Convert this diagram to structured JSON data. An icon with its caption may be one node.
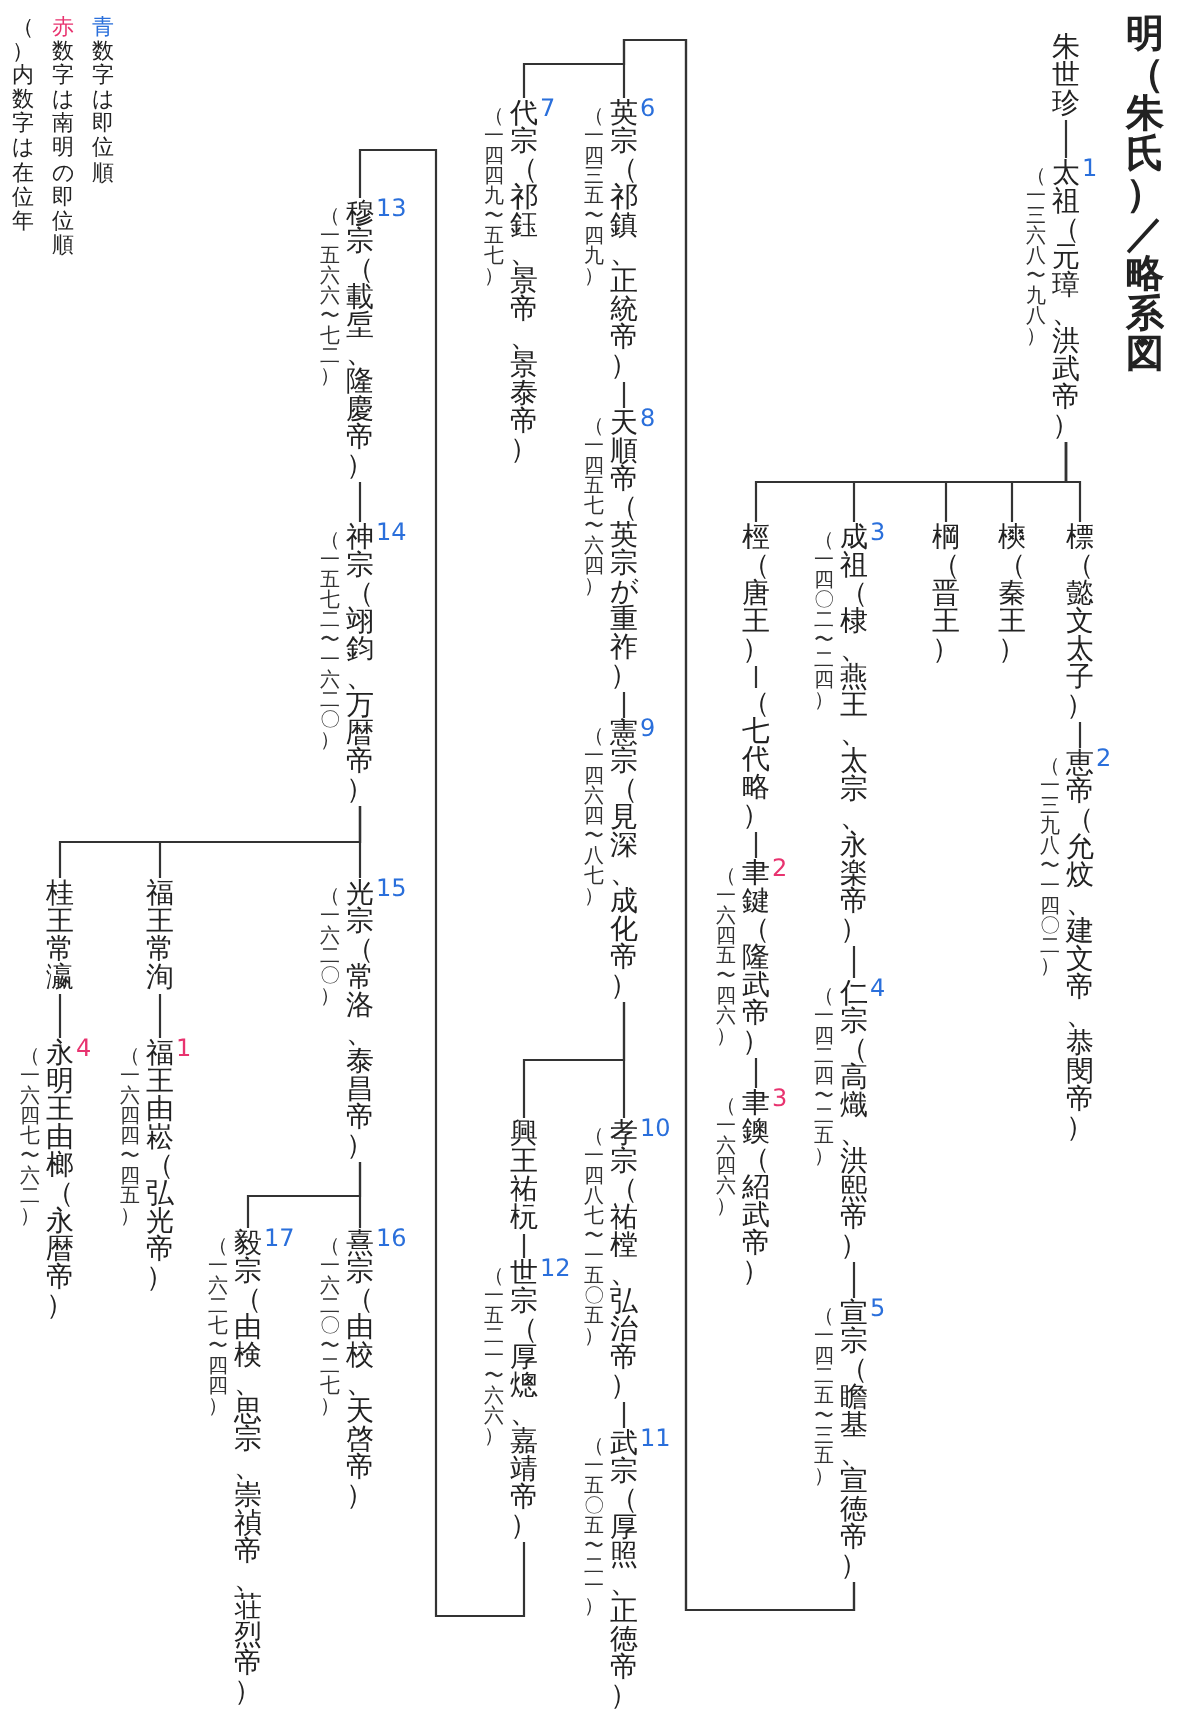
{
  "diagram": {
    "title": "明（朱氏）／略系図",
    "nodes": [
      {
        "text": [
          "朱世珍"
        ]
      },
      {
        "text": [
          "太祖（元璋、洪武帝）"
        ],
        "beside": [
          "1",
          "（一三六八〜九八）"
        ]
      },
      {
        "text": [
          "標（懿文太子）"
        ]
      },
      {
        "text": [
          "恵帝（允炆、建文帝、恭閔帝）"
        ],
        "beside": [
          "2",
          "（一三九八〜一四〇二）"
        ]
      },
      {
        "text": [
          "樉（秦王）"
        ]
      },
      {
        "text": [
          "棡（晋王）"
        ]
      },
      {
        "text": [
          "成祖（棣、燕王、太宗、永楽帝）"
        ],
        "beside": [
          "3",
          "（一四〇二〜二四）"
        ]
      },
      {
        "text": [
          "仁宗（高熾、洪熙帝）"
        ],
        "beside": [
          "4",
          "（一四二四〜二五）"
        ]
      },
      {
        "text": [
          "宣宗（瞻基、宣徳帝）"
        ],
        "beside": [
          "5",
          "（一四二五〜三五）"
        ]
      },
      {
        "text": [
          "桱（唐王）"
        ]
      },
      {
        "text": [
          "（七代略）"
        ]
      },
      {
        "text": [
          "聿鍵（隆武帝）"
        ],
        "beside": [
          "2",
          "（一六四五〜四六）"
        ]
      },
      {
        "text": [
          "聿鐭（紹武帝）"
        ],
        "beside": [
          "3",
          "（一六四六）"
        ]
      },
      {
        "text": [
          "英宗（祁鎮、正統帝）"
        ],
        "beside": [
          "6",
          "（一四三五〜四九）"
        ]
      },
      {
        "text": [
          "代宗（祁鈺、景帝、景泰帝）"
        ],
        "beside": [
          "7",
          "（一四四九〜五七）"
        ]
      },
      {
        "text": [
          "天順帝（英宗が重祚）"
        ],
        "beside": [
          "8",
          "（一四五七〜六四）"
        ]
      },
      {
        "text": [
          "憲宗（見深、成化帝）"
        ],
        "beside": [
          "9",
          "（一四六四〜八七）"
        ]
      },
      {
        "text": [
          "孝宗（祐樘、弘治帝）"
        ],
        "beside": [
          "10",
          "（一四八七〜一五〇五）"
        ]
      },
      {
        "text": [
          "興王祐杬"
        ]
      },
      {
        "text": [
          "武宗（厚照、正徳帝）"
        ],
        "beside": [
          "11",
          "（一五〇五〜二一）"
        ]
      },
      {
        "text": [
          "世宗（厚熜、嘉靖帝）"
        ],
        "beside": [
          "12",
          "（一五二一〜六六）"
        ]
      },
      {
        "text": [
          "穆宗（載垕、隆慶帝）"
        ],
        "beside": [
          "13",
          "（一五六六〜七二）"
        ]
      },
      {
        "text": [
          "神宗（翊鈞、万暦帝）"
        ],
        "beside": [
          "14",
          "（一五七二〜一六二〇）"
        ]
      },
      {
        "text": [
          "光宗（常洛、泰昌帝）"
        ],
        "beside": [
          "15",
          "（一六二〇）"
        ]
      },
      {
        "text": [
          "福王常洵"
        ]
      },
      {
        "text": [
          "桂王常瀛"
        ]
      },
      {
        "text": [
          "熹宗（由校、天啓帝）"
        ],
        "beside": [
          "16",
          "（一六二〇〜二七）"
        ]
      },
      {
        "text": [
          "毅宗（由検、思宗、崇禎帝、荘烈帝）"
        ],
        "beside": [
          "17",
          "（一六二七〜四四）"
        ]
      },
      {
        "text": [
          "福王由崧（弘光帝）"
        ],
        "beside": [
          "1",
          "（一六四四〜四五）"
        ]
      },
      {
        "text": [
          "永明王由榔（永暦帝）"
        ],
        "beside": [
          "4",
          "（一六四七〜六二）"
        ]
      }
    ],
    "edges": [
      {
        "from": 0,
        "to": 1,
        "arrow": "none"
      },
      {
        "from": 1,
        "to": 2,
        "arrow": "none"
      },
      {
        "from": 1,
        "to": 4,
        "arrow": "none"
      },
      {
        "from": 1,
        "to": 5,
        "arrow": "none"
      },
      {
        "from": 1,
        "to": 6,
        "arrow": "none"
      },
      {
        "from": 1,
        "to": 9,
        "arrow": "none"
      },
      {
        "from": 2,
        "to": 3,
        "arrow": "none"
      },
      {
        "from": 6,
        "to": 7,
        "arrow": "none"
      },
      {
        "from": 7,
        "to": 8,
        "arrow": "none"
      },
      {
        "from": 9,
        "to": 10,
        "arrow": "none"
      },
      {
        "from": 10,
        "to": 11,
        "arrow": "none"
      },
      {
        "from": 11,
        "to": 12,
        "arrow": "none"
      },
      {
        "from": 8,
        "to": 13,
        "arrow": "none"
      },
      {
        "from": 8,
        "to": 14,
        "arrow": "none"
      },
      {
        "from": 13,
        "to": 15,
        "arrow": "none"
      },
      {
        "from": 15,
        "to": 16,
        "arrow": "none"
      },
      {
        "from": 16,
        "to": 17,
        "arrow": "none"
      },
      {
        "from": 16,
        "to": 18,
        "arrow": "none"
      },
      {
        "from": 17,
        "to": 19,
        "arrow": "none"
      },
      {
        "from": 18,
        "to": 20,
        "arrow": "none"
      },
      {
        "from": 20,
        "to": 21,
        "arrow": "none"
      },
      {
        "from": 21,
        "to": 22,
        "arrow": "none"
      },
      {
        "from": 22,
        "to": 23,
        "arrow": "none"
      },
      {
        "from": 22,
        "to": 24,
        "arrow": "none"
      },
      {
        "from": 22,
        "to": 25,
        "arrow": "none"
      },
      {
        "from": 23,
        "to": 26,
        "arrow": "none"
      },
      {
        "from": 23,
        "to": 27,
        "arrow": "none"
      },
      {
        "from": 24,
        "to": 28,
        "arrow": "none"
      },
      {
        "from": 25,
        "to": 29,
        "arrow": "none"
      }
    ],
    "legend": [
      {
        "text": "（）内数字は在位年"
      },
      {
        "text": "赤数字は南明の即位順",
        "color": "#e8336f"
      },
      {
        "text": "青数字は即位順",
        "color": "#2a6fdb"
      }
    ]
  }
}
